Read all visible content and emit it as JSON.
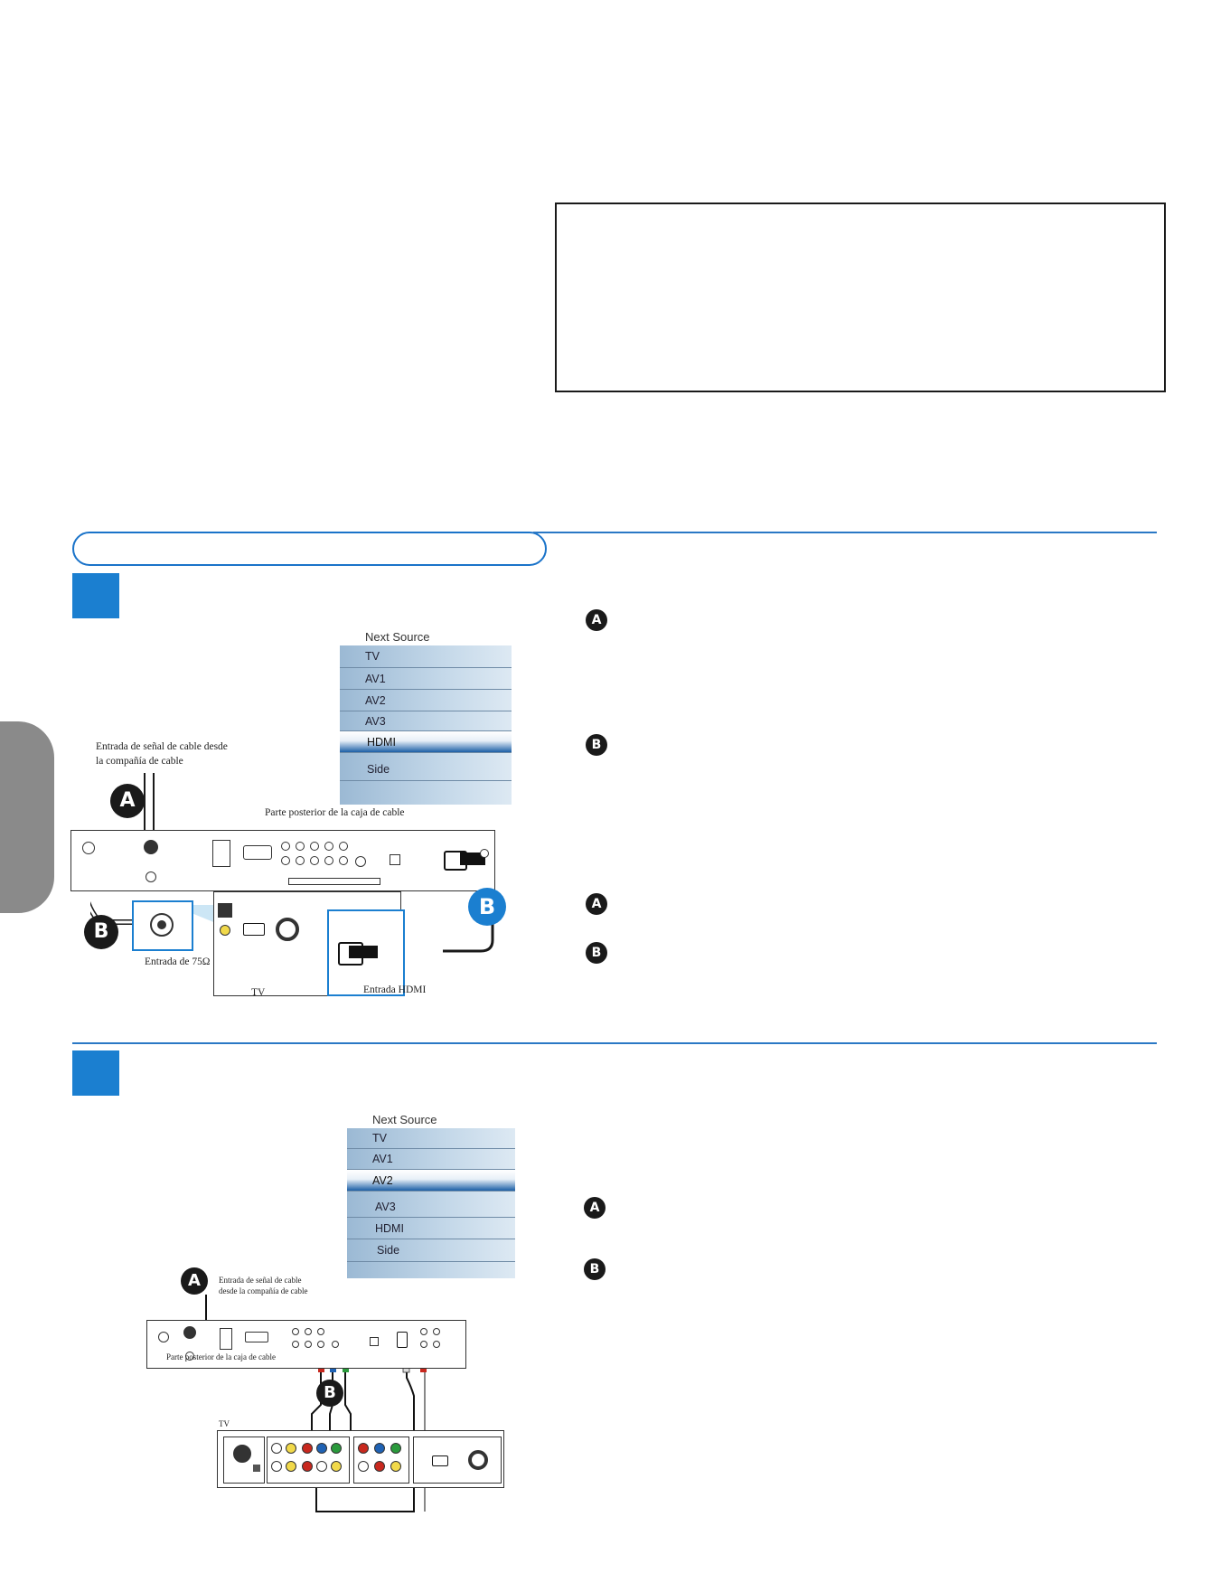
{
  "diagram1": {
    "menu": {
      "title": "Next Source",
      "items": [
        "TV",
        "AV1",
        "AV2",
        "AV3",
        "HDMI",
        "Side"
      ],
      "selected": "HDMI"
    },
    "labels": {
      "cable_signal": "Entrada de señal de cable desde",
      "cable_signal_2": "la compañía de cable",
      "cable_box_rear": "Parte posterior de la caja de cable",
      "input_75": "Entrada de 75Ω",
      "tv": "TV",
      "hdmi_input": "Entrada HDMI"
    },
    "badges": {
      "a": "A",
      "b": "B"
    }
  },
  "diagram2": {
    "menu": {
      "title": "Next Source",
      "items": [
        "TV",
        "AV1",
        "AV2",
        "AV3",
        "HDMI",
        "Side"
      ],
      "selected": "AV2"
    },
    "labels": {
      "cable_signal": "Entrada de señal de cable",
      "cable_signal_2": "desde la compañía de cable",
      "cable_box_rear": "Parte posterior de la caja de cable",
      "tv": "TV"
    },
    "badges": {
      "a": "A",
      "b": "B"
    }
  },
  "steps": {
    "s1": {
      "a": "A",
      "b": "B",
      "a2": "A",
      "b2": "B"
    },
    "s2": {
      "a": "A",
      "b": "B"
    }
  },
  "colors": {
    "accent": "#1b7fd0",
    "tab": "#8a8a8a"
  }
}
